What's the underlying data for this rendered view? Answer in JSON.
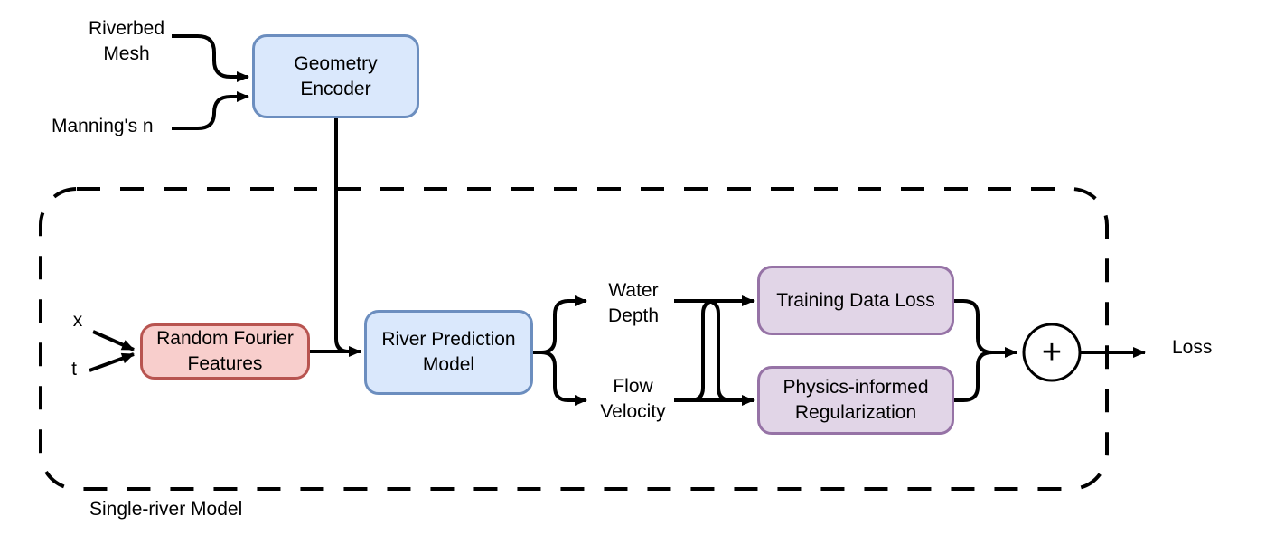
{
  "diagram": {
    "nodes": {
      "geometry_encoder": {
        "label": "Geometry\nEncoder",
        "fill": "#dae8fc",
        "stroke": "#6c8ebf"
      },
      "random_fourier_features": {
        "label": "Random Fourier\nFeatures",
        "fill": "#f8cecc",
        "stroke": "#b85450"
      },
      "river_prediction_model": {
        "label": "River Prediction\nModel",
        "fill": "#dae8fc",
        "stroke": "#6c8ebf"
      },
      "training_data_loss": {
        "label": "Training Data Loss",
        "fill": "#e1d5e7",
        "stroke": "#9673a6"
      },
      "physics_informed_regularization": {
        "label": "Physics-informed\nRegularization",
        "fill": "#e1d5e7",
        "stroke": "#9673a6"
      },
      "sum": {
        "label": "+",
        "fill": "#ffffff",
        "stroke": "#000000"
      }
    },
    "inputs": {
      "riverbed_mesh": "Riverbed\nMesh",
      "mannings_n": "Manning's n",
      "x": "x",
      "t": "t"
    },
    "outputs": {
      "water_depth": "Water\nDepth",
      "flow_velocity": "Flow\nVelocity",
      "loss": "Loss"
    },
    "container": {
      "label": "Single-river Model"
    },
    "line_color": "#000000"
  }
}
